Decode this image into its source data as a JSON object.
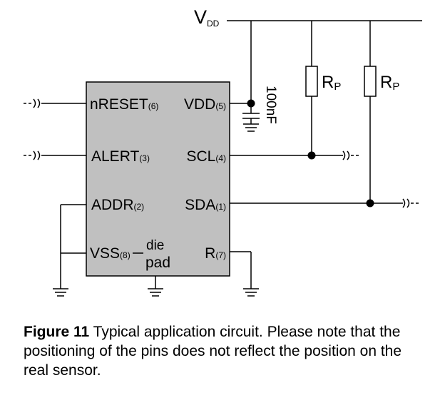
{
  "diagram": {
    "supply": {
      "main": "V",
      "sub": "DD"
    },
    "resistor_label": {
      "main": "R",
      "sub": "P"
    },
    "capacitor_value": "100nF",
    "pins": {
      "nreset": {
        "name": "nRESET",
        "num": "(6)"
      },
      "alert": {
        "name": "ALERT",
        "num": "(3)"
      },
      "addr": {
        "name": "ADDR",
        "num": "(2)"
      },
      "vss": {
        "name": "VSS",
        "num": "(8)"
      },
      "vdd": {
        "name": "VDD",
        "num": "(5)"
      },
      "scl": {
        "name": "SCL",
        "num": "(4)"
      },
      "sda": {
        "name": "SDA",
        "num": "(1)"
      },
      "r": {
        "name": "R",
        "num": "(7)"
      }
    },
    "die_pad": {
      "line1": "die",
      "line2": "pad"
    },
    "colors": {
      "chip_fill": "#c0c0c0",
      "wire": "#000000"
    }
  },
  "caption": {
    "label": "Figure 11",
    "text": " Typical application circuit. Please note that the positioning of the pins does not reflect the position on the real sensor."
  }
}
